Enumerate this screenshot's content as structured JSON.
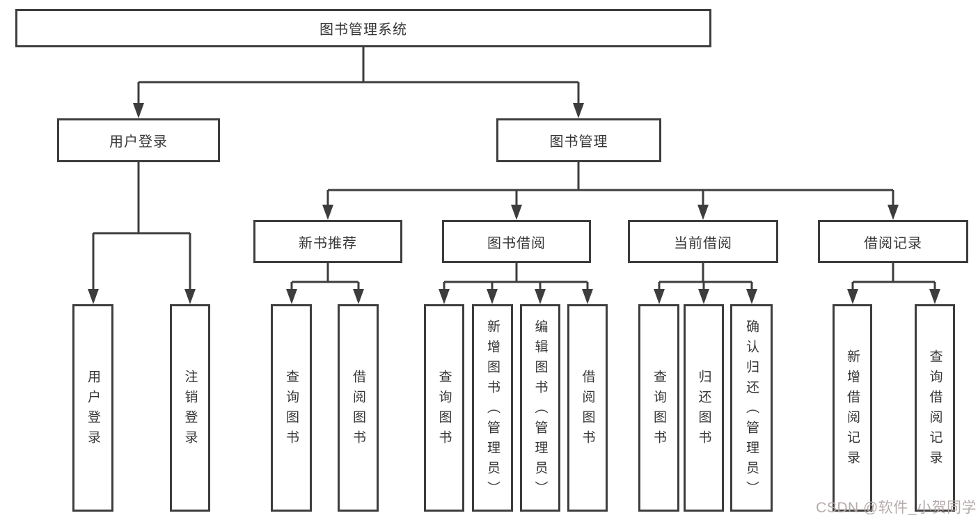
{
  "tree": {
    "label": "图书管理系统",
    "children": [
      {
        "label": "用户登录",
        "children": [
          {
            "label": "用户登录"
          },
          {
            "label": "注销登录"
          }
        ]
      },
      {
        "label": "图书管理",
        "children": [
          {
            "label": "新书推荐",
            "children": [
              {
                "label": "查询图书"
              },
              {
                "label": "借阅图书"
              }
            ]
          },
          {
            "label": "图书借阅",
            "children": [
              {
                "label": "查询图书"
              },
              {
                "label": "新增图书（管理员）"
              },
              {
                "label": "编辑图书（管理员）"
              },
              {
                "label": "借阅图书"
              }
            ]
          },
          {
            "label": "当前借阅",
            "children": [
              {
                "label": "查询图书"
              },
              {
                "label": "归还图书"
              },
              {
                "label": "确认归还（管理员）"
              }
            ]
          },
          {
            "label": "借阅记录",
            "children": [
              {
                "label": "新增借阅记录"
              },
              {
                "label": "查询借阅记录"
              }
            ]
          }
        ]
      }
    ]
  },
  "watermark": {
    "text": "CSDN @软件_小贺同学"
  },
  "colors": {
    "line": "#3d3d3d",
    "text": "#363636",
    "background": "#ffffff",
    "watermark": "#b3a7a7"
  }
}
